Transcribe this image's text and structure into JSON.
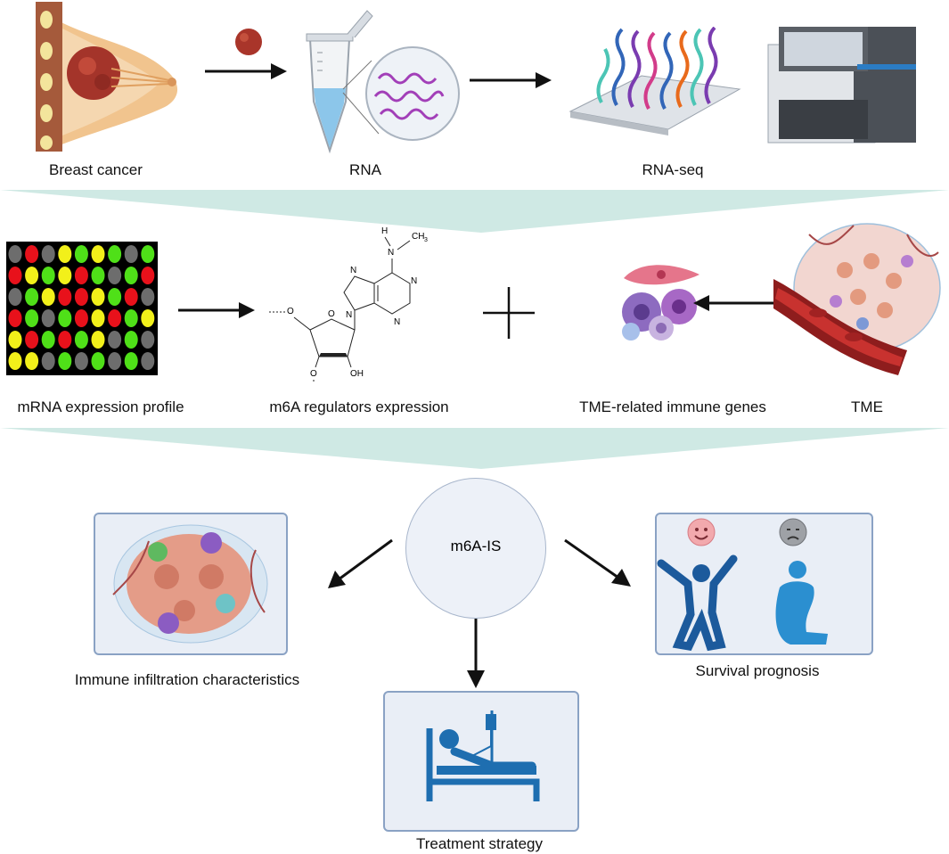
{
  "top_row": {
    "breast_cancer_label": "Breast cancer",
    "rna_label": "RNA",
    "rnaseq_label": "RNA-seq"
  },
  "middle_row": {
    "mrna_label": "mRNA expression profile",
    "m6a_label": "m6A regulators expression",
    "tme_genes_label": "TME-related immune genes",
    "tme_label": "TME"
  },
  "molecule": {
    "atom_n": "N",
    "atom_h": "H",
    "atom_ch3": "CH",
    "atom_ch3_sub": "3",
    "atom_o": "O",
    "atom_oh": "OH"
  },
  "bottom": {
    "center_label": "m6A-IS",
    "immune_label": "Immune infiltration characteristics",
    "survival_label": "Survival prognosis",
    "treatment_label": "Treatment strategy"
  },
  "heatmap": {
    "colors": {
      "red": "#e8111b",
      "yellow": "#f2f01a",
      "green": "#4fe018",
      "gray": "#6d6d6d"
    }
  },
  "palette": {
    "band": "#cfe9e4",
    "box_border": "#8aa2c4",
    "box_fill": "#e9eef6",
    "person_blue": "#1c5a9c",
    "person_light_blue": "#2b8fd0"
  }
}
